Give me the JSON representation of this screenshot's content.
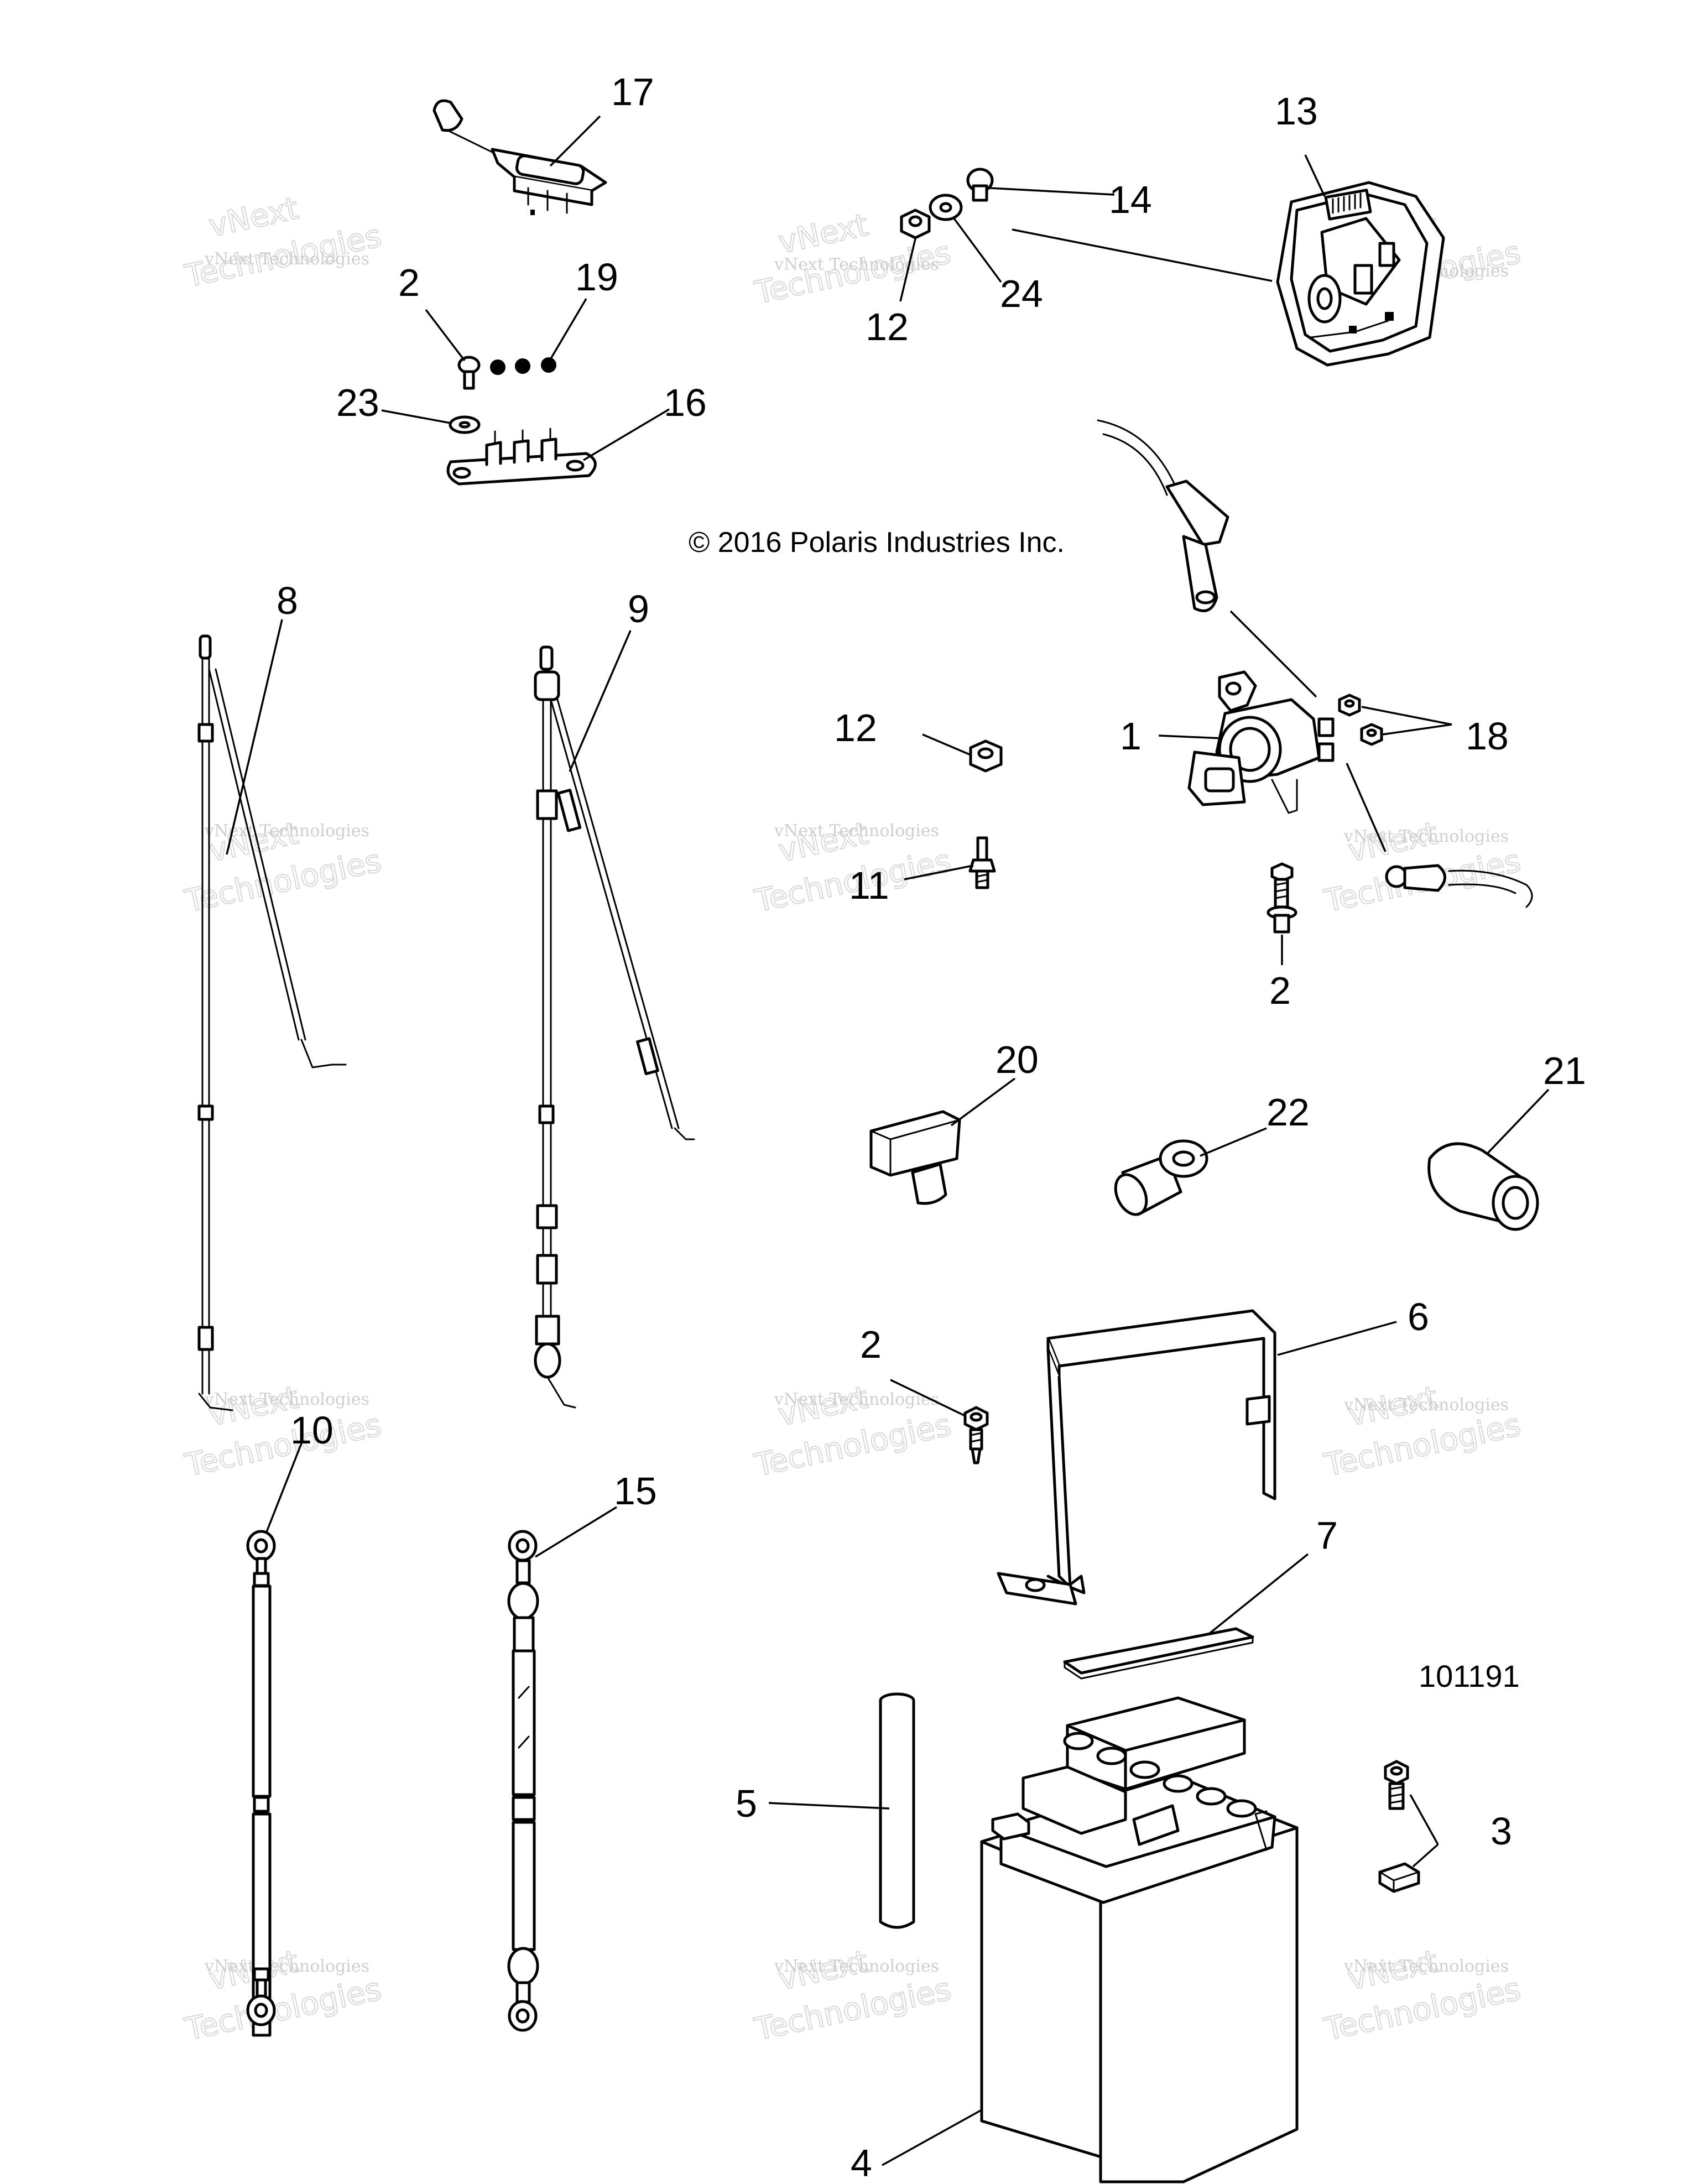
{
  "copyright": "© 2016 Polaris Industries Inc.",
  "figure_number": "101191",
  "watermark": {
    "line1": "vNext Technologies",
    "line2_a": "vNext",
    "line2_b": "Technologies"
  },
  "callouts": {
    "c1": "1",
    "c2a": "2",
    "c2b": "2",
    "c2c": "2",
    "c3": "3",
    "c4": "4",
    "c5": "5",
    "c6": "6",
    "c7": "7",
    "c8": "8",
    "c9": "9",
    "c10": "10",
    "c11": "11",
    "c12a": "12",
    "c12b": "12",
    "c13": "13",
    "c14": "14",
    "c15": "15",
    "c16": "16",
    "c17": "17",
    "c18": "18",
    "c19": "19",
    "c20": "20",
    "c21": "21",
    "c22": "22",
    "c23": "23",
    "c24": "24"
  },
  "colors": {
    "line": "#000000",
    "background": "#ffffff",
    "watermark": "#cfcfcf"
  }
}
